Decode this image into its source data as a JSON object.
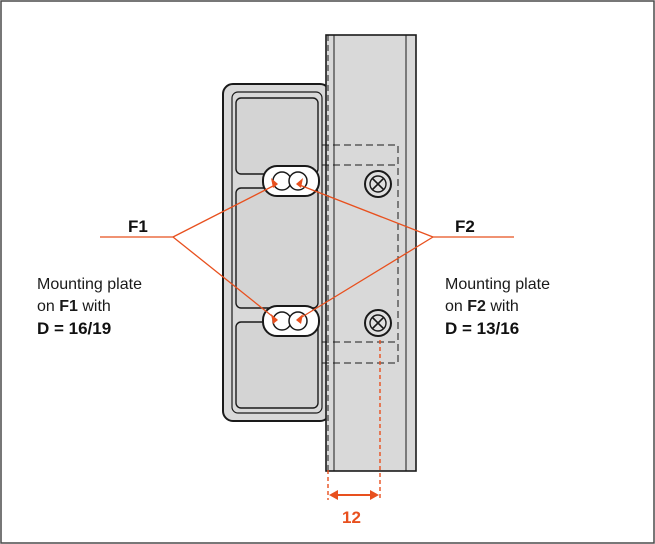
{
  "labels": {
    "f1_tag": "F1",
    "f2_tag": "F2",
    "left_note": {
      "line1": "Mounting plate",
      "line2_prefix": "on ",
      "line2_bold": "F1",
      "line2_suffix": " with",
      "line3": "D = 16/19"
    },
    "right_note": {
      "line1": "Mounting plate",
      "line2_prefix": "on ",
      "line2_bold": "F2",
      "line2_suffix": " with",
      "line3": "D = 13/16"
    },
    "dimension": "12"
  },
  "colors": {
    "accent": "#e8501e",
    "outline": "#1a1a1a",
    "fill": "#d9d9d9",
    "border": "#4a4a4a"
  }
}
